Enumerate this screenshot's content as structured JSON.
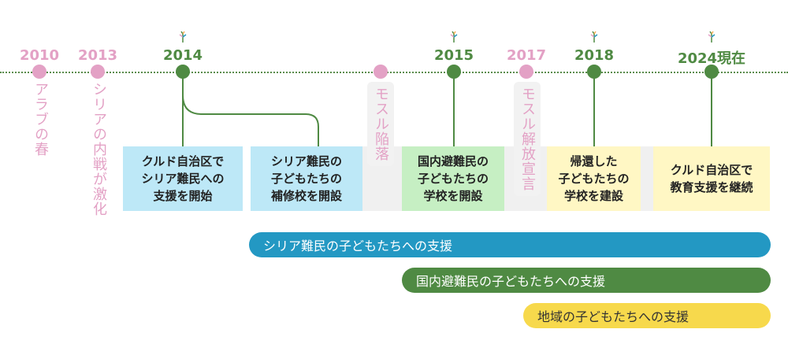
{
  "timeline": {
    "years": [
      {
        "label": "2010",
        "color": "#e3a1c5"
      },
      {
        "label": "2013",
        "color": "#e3a1c5"
      },
      {
        "label": "2014",
        "color": "#4f8a43"
      },
      {
        "label": "2015",
        "color": "#4f8a43"
      },
      {
        "label": "2017",
        "color": "#e3a1c5"
      },
      {
        "label": "2018",
        "color": "#4f8a43"
      },
      {
        "label": "2024現在",
        "color": "#4f8a43"
      }
    ],
    "context_events": [
      {
        "text": "アラブの春"
      },
      {
        "text": "シリアの内戦が激化"
      },
      {
        "text": "モスル陥落"
      },
      {
        "text": "モスル解放宣言"
      }
    ],
    "milestones": [
      {
        "text": "クルド自治区で\nシリア難民への\n支援を開始",
        "color": "#bde8f7"
      },
      {
        "text": "シリア難民の\n子どもたちの\n補修校を開設",
        "color": "#bde8f7"
      },
      {
        "text": "国内避難民の\n子どもたちの\n学校を開設",
        "color": "#c6efc3"
      },
      {
        "text": "帰還した\n子どもたちの\n学校を建設",
        "color": "#fff7c4"
      },
      {
        "text": "クルド自治区で\n教育支援を継続",
        "color": "#fff7c4"
      }
    ],
    "programs": [
      {
        "label": "シリア難民の子どもたちへの支援",
        "color": "#2398c3"
      },
      {
        "label": "国内避難民の子どもたちへの支援",
        "color": "#4f8a43"
      },
      {
        "label": "地域の子どもたちへの支援",
        "color": "#f7d94c"
      }
    ]
  }
}
